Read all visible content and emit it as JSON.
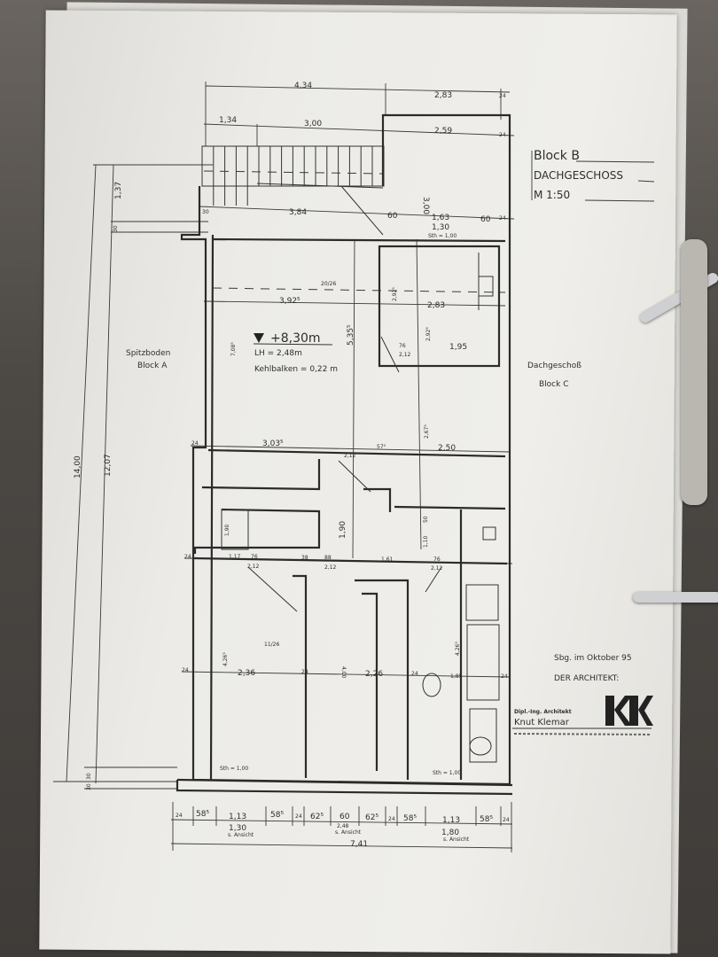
{
  "title_block": {
    "block": "Block B",
    "floor": "DACHGESCHOSS",
    "scale": "M 1:50"
  },
  "labels": {
    "left_area": [
      "Spitzboden",
      "Block A"
    ],
    "right_area": [
      "Dachgeschoß",
      "Block C"
    ],
    "level": "+8,30m",
    "room_height": "LH = 2,48m",
    "collar_beam": "Kehlbalken = 0,22 m"
  },
  "signature": {
    "place_date": "Sbg. im Oktober 95",
    "architect_label": "DER ARCHITEKT:",
    "stamp_title": "Dipl.-Ing. Architekt",
    "stamp_name": "Knut Klemar",
    "logo": "KK"
  },
  "dims": {
    "top": [
      "4,34",
      "2,83",
      "24",
      "1,34",
      "3,00",
      "2,59",
      "24",
      "3,84",
      "60",
      "1,63",
      "1,30",
      "60",
      "3,00",
      "Sth = 1,00",
      "30",
      "24"
    ],
    "left": [
      "14,00",
      "12,07",
      "1,37",
      "30",
      "30",
      "30",
      "24",
      "24",
      "24"
    ],
    "middle": [
      "3,92⁵",
      "20/26",
      "2,83",
      "5,35⁵",
      "2,92⁵",
      "2,92⁵",
      "76",
      "2,12",
      "1,95",
      "7,08⁵",
      "3,03⁵",
      "57⁵",
      "2,50",
      "2,12",
      "2,67⁵",
      "1,90",
      "1,61",
      "76",
      "2,12",
      "38",
      "88",
      "2,12",
      "1,10",
      "50",
      "76",
      "2,12",
      "11/26",
      "2,36",
      "4,26⁵",
      "4,00",
      "2,26",
      "1,85",
      "4,26⁵",
      "Sth = 1,00",
      "Sth = 1,00",
      "1,90",
      "1,17",
      "24",
      "24",
      "24"
    ],
    "bottom": [
      "24",
      "58⁵",
      "1,13",
      "58⁵",
      "24",
      "62⁵",
      "60",
      "62⁵",
      "24",
      "58⁵",
      "1,13",
      "58⁵",
      "24",
      "1,30",
      "s. Ansicht",
      "2,48",
      "s. Ansicht",
      "7,41",
      "1,80",
      "s. Ansicht"
    ]
  }
}
